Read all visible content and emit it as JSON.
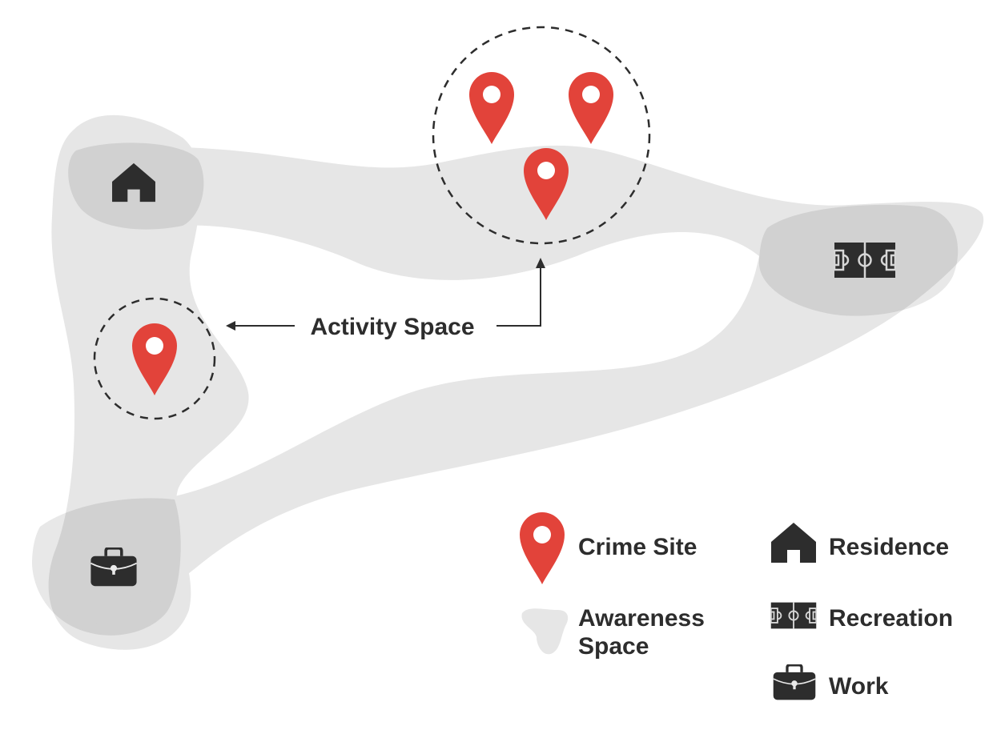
{
  "diagram": {
    "callout_label": "Activity Space"
  },
  "legend": {
    "crime_site": "Crime Site",
    "awareness_space_line1": "Awareness",
    "awareness_space_line2": "Space",
    "residence": "Residence",
    "recreation": "Recreation",
    "work": "Work"
  },
  "colors": {
    "pin_red": "#e2433a",
    "icon_dark": "#2d2d2d",
    "awareness_fill": "#e6e6e6",
    "activity_node_fill": "#d2d2d2",
    "text": "#2d2d2d"
  },
  "icons": {
    "crime_site": "map-pin-icon",
    "residence": "house-icon",
    "recreation": "soccer-field-icon",
    "work": "briefcase-icon",
    "awareness_space": "blob-shape-icon"
  }
}
